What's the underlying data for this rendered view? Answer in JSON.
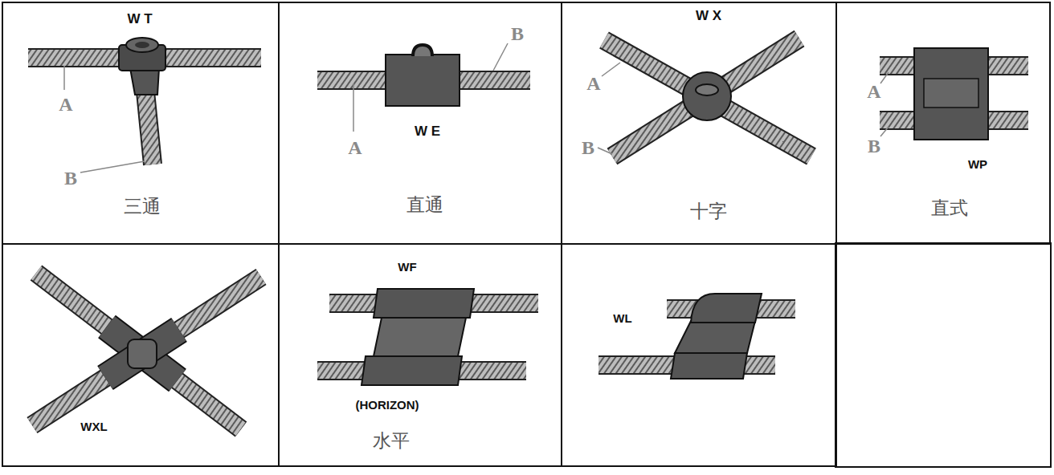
{
  "diagram": {
    "nodes": [
      {
        "text": [
          "W T",
          "A",
          "B",
          "三通"
        ]
      },
      {
        "text": [
          "W E",
          "A",
          "B",
          "直通"
        ]
      },
      {
        "text": [
          "W X",
          "A",
          "B",
          "十字"
        ]
      },
      {
        "text": [
          "A",
          "B",
          "WP",
          "直式"
        ]
      },
      {
        "text": [
          "WXL"
        ]
      },
      {
        "text": [
          "WF",
          "(HORIZON)",
          "水平"
        ]
      },
      {
        "text": [
          "WL"
        ]
      }
    ]
  }
}
